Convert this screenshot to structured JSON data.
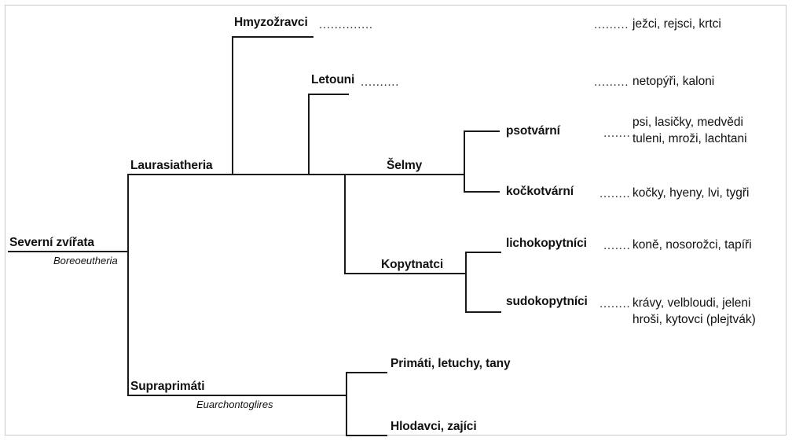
{
  "diagram": {
    "title": "Severní zvířata (Boreoeutheria) cladogram",
    "line_color": "#1a1a1a",
    "text_color": "#111111",
    "frame_color": "#c9c9c9",
    "background": "#ffffff"
  },
  "root": {
    "label": "Severní zvířata",
    "scientific": "Boreoeutheria"
  },
  "clades": {
    "laurasiatheria": {
      "label": "Laurasiatheria"
    },
    "supraprimati": {
      "label": "Supraprimáti",
      "scientific": "Euarchontoglires"
    },
    "selmy": {
      "label": "Šelmy"
    },
    "kopytnatci": {
      "label": "Kopytnatci"
    }
  },
  "leaves": {
    "hmyzozravci": {
      "label": "Hmyzožravci",
      "leader_after_label": "..............",
      "leader_before_species": ".........",
      "species_line1": "ježci, rejsci, krtci",
      "species_line2": ""
    },
    "letouni": {
      "label": "Letouni",
      "leader_after_label": "..........",
      "leader_before_species": ".........",
      "species_line1": "netopýři, kaloni",
      "species_line2": ""
    },
    "psotvarni": {
      "label": "psotvární",
      "leader_after_label": "",
      "leader_before_species": ".......",
      "species_line1": "psi, lasičky, medvědi",
      "species_line2": "tuleni, mroži, lachtani"
    },
    "kockotvarni": {
      "label": "kočkotvární",
      "leader_after_label": "",
      "leader_before_species": "........",
      "species_line1": "kočky, hyeny, lvi, tygři",
      "species_line2": ""
    },
    "lichokopytnici": {
      "label": "lichokopytníci",
      "leader_after_label": "",
      "leader_before_species": ".......",
      "species_line1": "koně, nosorožci, tapíři",
      "species_line2": ""
    },
    "sudokopytnici": {
      "label": "sudokopytníci",
      "leader_after_label": "",
      "leader_before_species": "........",
      "species_line1": "krávy, velbloudi, jeleni",
      "species_line2": "hroši, kytovci (plejtvák)"
    },
    "primati": {
      "label": "Primáti, letuchy, tany",
      "leader_after_label": "",
      "leader_before_species": "",
      "species_line1": "",
      "species_line2": ""
    },
    "hlodavci": {
      "label": "Hlodavci, zajíci",
      "leader_after_label": "",
      "leader_before_species": "",
      "species_line1": "",
      "species_line2": ""
    }
  }
}
